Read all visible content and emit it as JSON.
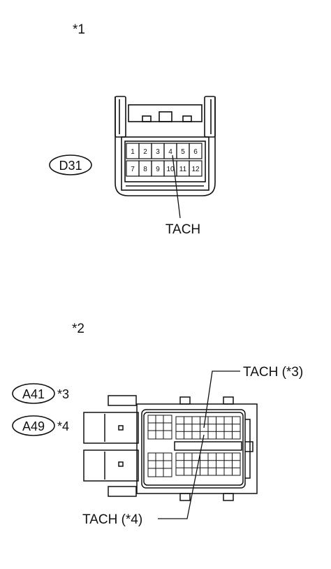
{
  "connector1": {
    "note": "*1",
    "code": "D31",
    "pins_row1": [
      "1",
      "2",
      "3",
      "4",
      "5",
      "6"
    ],
    "pins_row2": [
      "7",
      "8",
      "9",
      "10",
      "11",
      "12"
    ],
    "tach_label": "TACH"
  },
  "connector2": {
    "note": "*2",
    "codes": [
      {
        "code": "A41",
        "note": "*3"
      },
      {
        "code": "A49",
        "note": "*4"
      }
    ],
    "tach_label_3": "TACH (*3)",
    "tach_label_4": "TACH (*4)"
  }
}
